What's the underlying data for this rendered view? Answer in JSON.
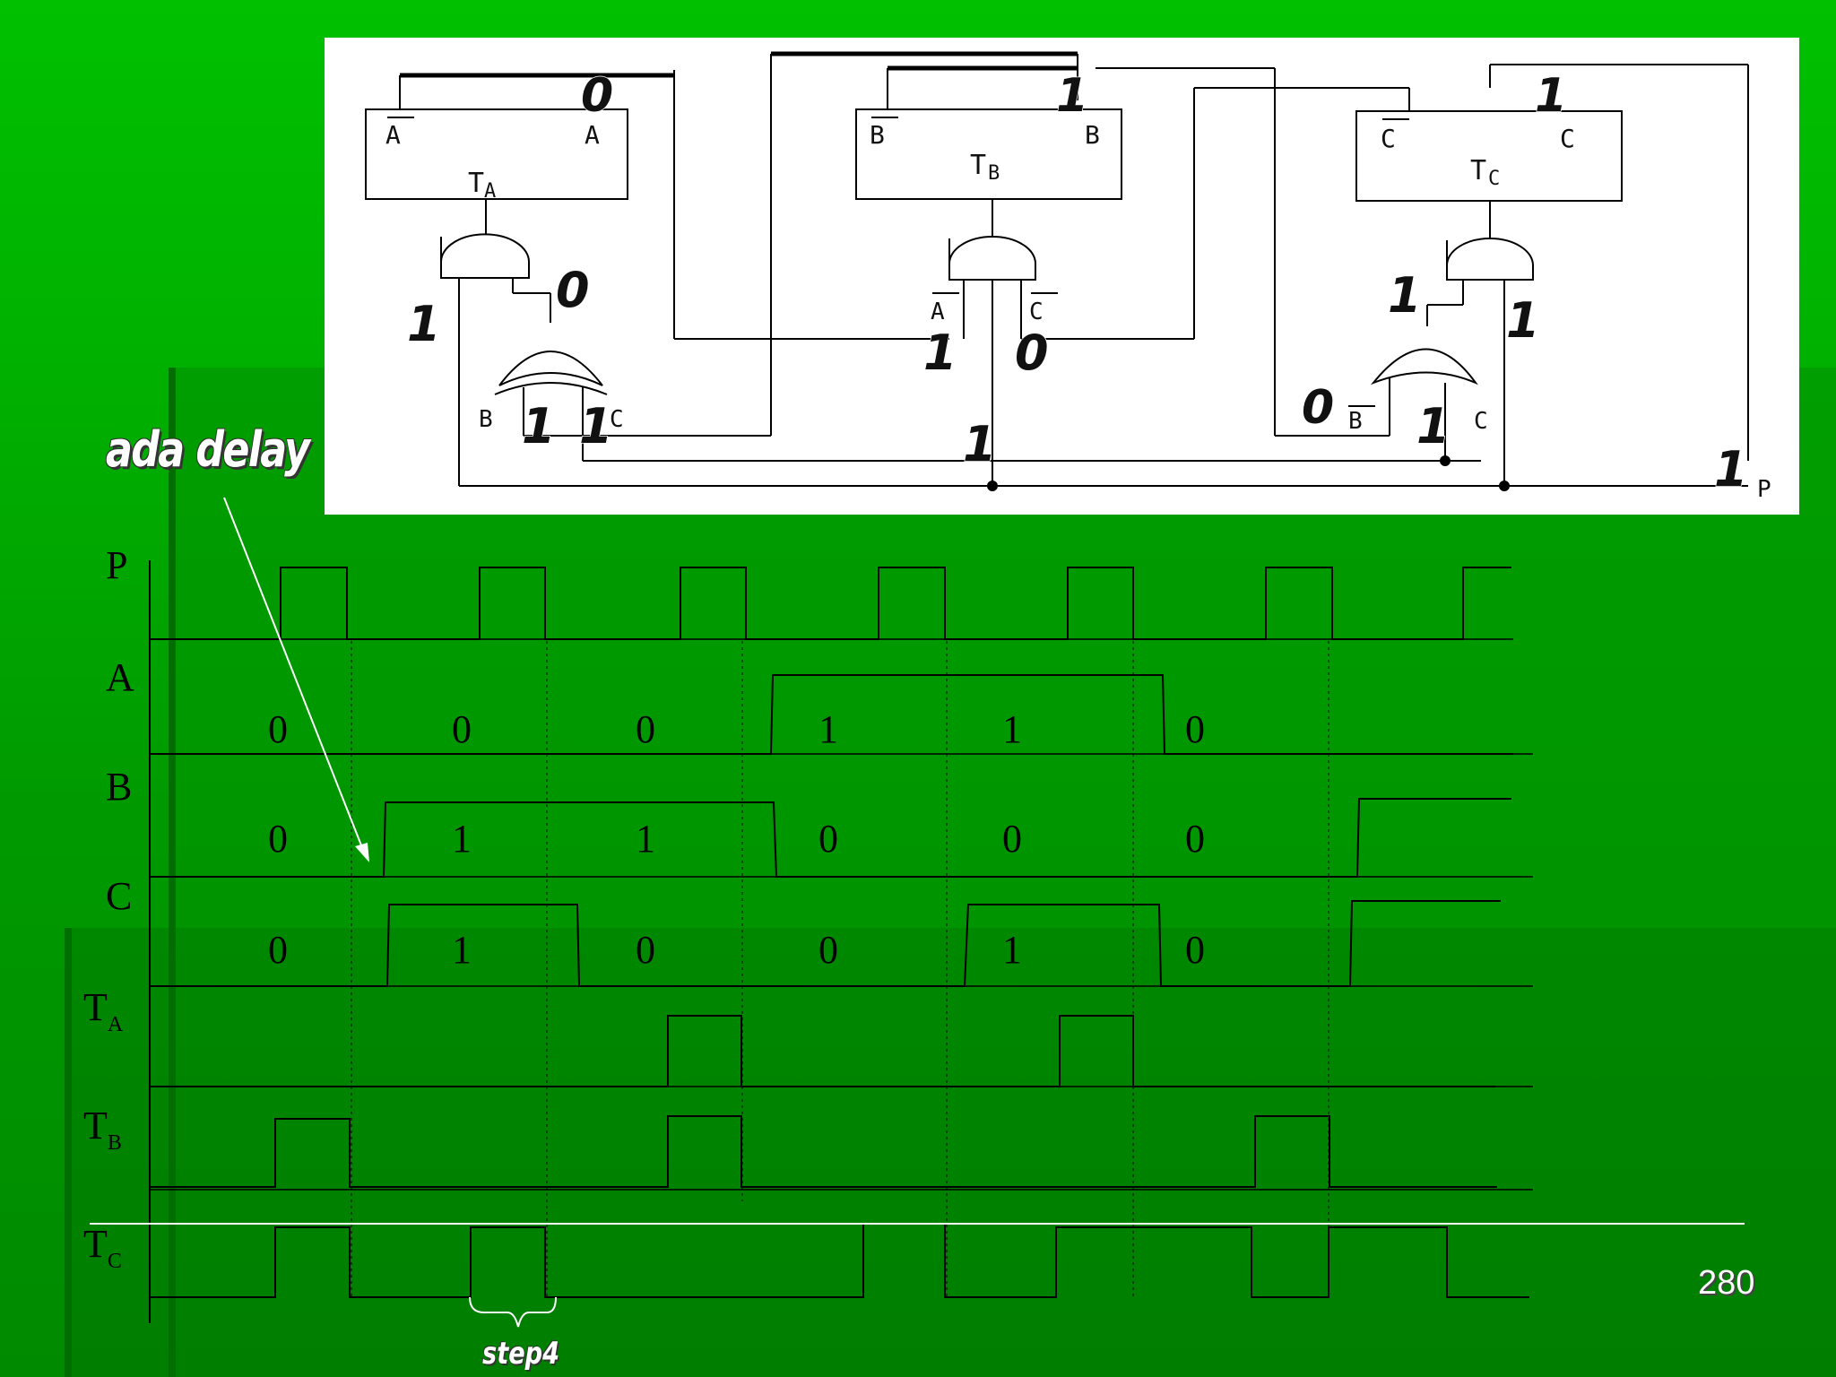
{
  "annotation": {
    "text": "ada delay"
  },
  "page_number": "280",
  "step_label": "step4",
  "colors": {
    "background": "#009a00",
    "panel": "#ffffff",
    "wave": "#000000"
  },
  "circuit": {
    "flipflops": [
      {
        "name": "TA",
        "main": "T",
        "sub": "A",
        "q_bar": "A",
        "q": "A"
      },
      {
        "name": "TB",
        "main": "T",
        "sub": "B",
        "q_bar": "B",
        "q": "B"
      },
      {
        "name": "TC",
        "main": "T",
        "sub": "C",
        "q_bar": "C",
        "q": "C"
      }
    ],
    "pin_labels": {
      "xor_b": "B",
      "xor_c": "C",
      "and_a_bar": "A",
      "and_c_bar": "C",
      "or_b_bar": "B",
      "or_c": "C",
      "pulse": "P"
    },
    "hand_values": {
      "a_out": "0",
      "b_out": "1",
      "c_out": "1",
      "ta_and_left": "1",
      "ta_and_right": "0",
      "xor_b": "1",
      "xor_c": "1",
      "tb_a_bar": "1",
      "tb_c_bar": "0",
      "tb_p": "1",
      "tc_and_left": "1",
      "tc_and_right": "1",
      "or_b_bar": "0",
      "or_c": "1",
      "pulse": "1"
    }
  },
  "timing": {
    "signals": [
      {
        "label": "P",
        "sub": "",
        "values": []
      },
      {
        "label": "A",
        "sub": "",
        "values": [
          "0",
          "0",
          "0",
          "1",
          "1",
          "0"
        ]
      },
      {
        "label": "B",
        "sub": "",
        "values": [
          "0",
          "1",
          "1",
          "0",
          "0",
          "0"
        ]
      },
      {
        "label": "C",
        "sub": "",
        "values": [
          "0",
          "1",
          "0",
          "0",
          "1",
          "0"
        ]
      },
      {
        "label": "T",
        "sub": "A",
        "values": []
      },
      {
        "label": "T",
        "sub": "B",
        "values": []
      },
      {
        "label": "T",
        "sub": "C",
        "values": []
      }
    ]
  }
}
